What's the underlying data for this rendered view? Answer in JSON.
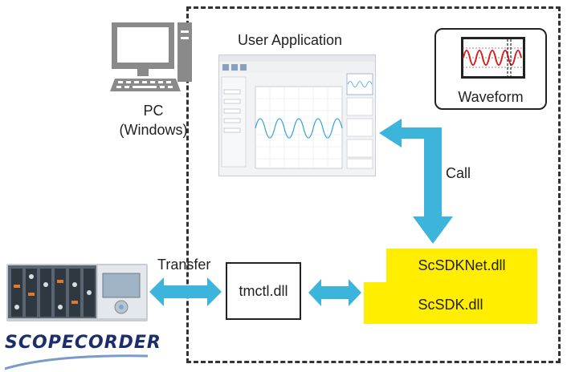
{
  "labels": {
    "pc": "PC",
    "windows": "(Windows)",
    "user_application": "User Application",
    "waveform": "Waveform",
    "call": "Call",
    "transfer": "Transfer",
    "tmctl": "tmctl.dll",
    "scsdknet": "ScSDKNet.dll",
    "scsdk": "ScSDK.dll",
    "scopecorder": "SCOPECORDER"
  },
  "colors": {
    "arrow": "#3cb4dc",
    "dll_block": "#ffee00",
    "waveform_trace": "#d62020"
  },
  "icons": [
    "pc-icon",
    "app-screenshot-icon",
    "waveform-icon",
    "scopecorder-device-icon"
  ]
}
